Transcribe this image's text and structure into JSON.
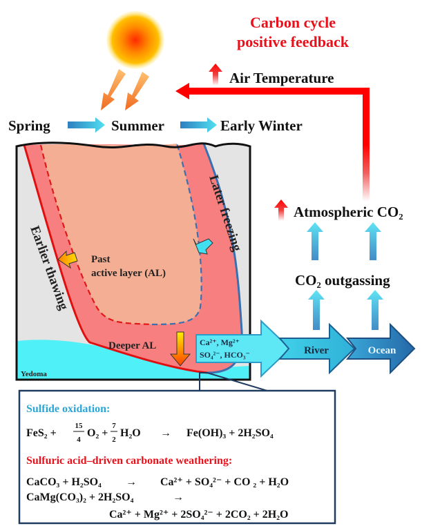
{
  "title": {
    "line1": "Carbon cycle",
    "line2": "positive feedback"
  },
  "air_temperature": "Air Temperature",
  "seasons": {
    "spring": "Spring",
    "summer": "Summer",
    "early_winter": "Early Winter"
  },
  "profile": {
    "earlier_thawing": "Earlier thawing",
    "later_freezing": "Later freezing",
    "past_al_line1": "Past",
    "past_al_line2": "active layer (AL)",
    "deeper_al": "Deeper AL",
    "yedoma": "Yedoma"
  },
  "ions": {
    "line1": "Ca²⁺, Mg²⁺",
    "line2": "SO₄²⁻, HCO₃⁻"
  },
  "river": "River",
  "ocean": "Ocean",
  "co2_outgassing": "CO₂ outgassing",
  "atmospheric_co2": "Atmospheric CO₂",
  "equations": {
    "sulfide_heading": "Sulfide oxidation:",
    "eq1_left_a": "FeS₂ +",
    "eq1_frac1_num": "15",
    "eq1_frac1_den": "4",
    "eq1_left_b": "O₂ +",
    "eq1_frac2_num": "7",
    "eq1_frac2_den": "2",
    "eq1_left_c": "H₂O",
    "arrow": "→",
    "eq1_right": "Fe(OH)₃ + 2H₂SO₄",
    "weathering_heading": "Sulfuric acid–driven carbonate weathering:",
    "eq2_left": "CaCO₃ + H₂SO₄",
    "eq2_right": "Ca²⁺ + SO₄²⁻ + CO ₂  + H₂O",
    "eq3_left": "CaMg(CO₃)₂ + 2H₂SO₄",
    "eq3_right": "Ca²⁺ + Mg²⁺ + 2SO₄²⁻  + 2CO₂ + 2H₂O"
  },
  "colors": {
    "red": "#e8101a",
    "cyan": "#3cc8e8",
    "heading_blue": "#2aa6d8",
    "navy": "#1f3a5f"
  }
}
